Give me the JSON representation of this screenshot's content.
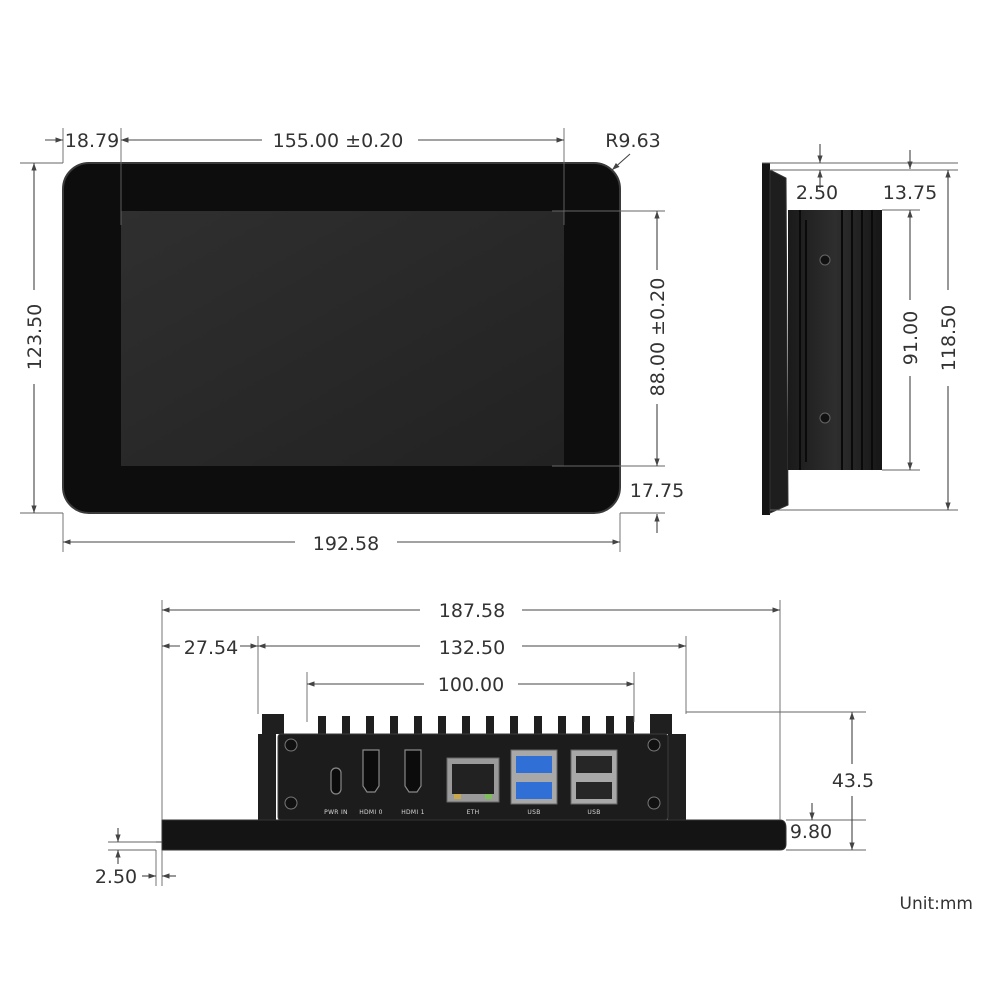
{
  "front_view": {
    "dims": {
      "bezel_left": "18.79",
      "active_width": "155.00 ±0.20",
      "corner_radius": "R9.63",
      "total_height": "123.50",
      "active_height": "88.00 ±0.20",
      "bezel_bottom": "17.75",
      "total_width": "192.58"
    }
  },
  "side_view": {
    "dims": {
      "panel_thickness": "2.50",
      "depth": "13.75",
      "heatsink_height": "91.00",
      "total_height": "118.50"
    }
  },
  "bottom_view": {
    "dims": {
      "total_width": "187.58",
      "offset_left": "27.54",
      "case_width": "132.50",
      "hole_pitch": "100.00",
      "case_depth": "43.5",
      "panel_offset": "9.80",
      "panel_thickness": "2.50"
    },
    "port_labels": {
      "pwr": "PWR IN",
      "hdmi0": "HDMI 0",
      "hdmi1": "HDMI 1",
      "eth": "ETH",
      "usb_a": "USB",
      "usb_b": "USB"
    }
  },
  "unit_label": "Unit:mm",
  "colors": {
    "bezel": "#0d0d0d",
    "screen": "#2a2a2a",
    "metal": "#1c1c1c",
    "usb3_blue": "#2f6fd6",
    "rj45_gold": "#c8a84a"
  }
}
